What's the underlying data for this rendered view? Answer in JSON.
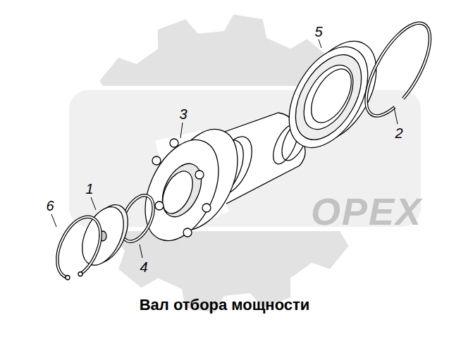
{
  "diagram": {
    "caption": "Вал отбора мощности",
    "labels": [
      "5",
      "2",
      "3",
      "1",
      "6",
      "4",
      "OPEX"
    ]
  }
}
